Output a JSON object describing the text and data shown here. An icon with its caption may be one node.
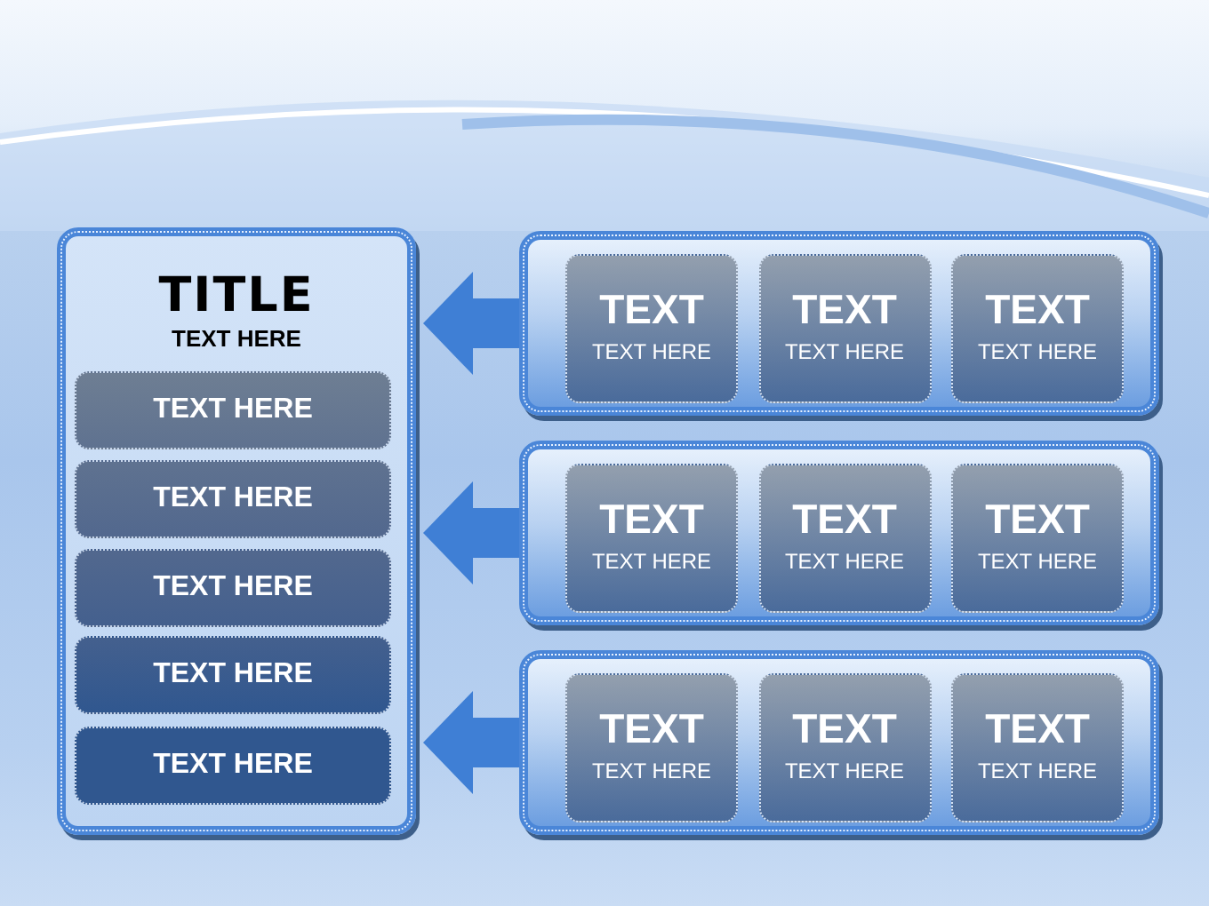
{
  "diagram": {
    "nodes": [
      {
        "text": [
          "TITLE",
          "TEXT HERE"
        ]
      },
      {
        "text": [
          "TEXT HERE"
        ],
        "in": 0
      },
      {
        "text": [
          "TEXT HERE"
        ],
        "in": 0
      },
      {
        "text": [
          "TEXT HERE"
        ],
        "in": 0
      },
      {
        "text": [
          "TEXT HERE"
        ],
        "in": 0
      },
      {
        "text": [
          "TEXT HERE"
        ],
        "in": 0
      },
      {
        "text": [],
        "shape": "box"
      },
      {
        "text": [
          "TEXT",
          "TEXT HERE"
        ],
        "in": 6
      },
      {
        "text": [
          "TEXT",
          "TEXT HERE"
        ],
        "in": 6
      },
      {
        "text": [
          "TEXT",
          "TEXT HERE"
        ],
        "in": 6
      },
      {
        "text": [],
        "shape": "box"
      },
      {
        "text": [
          "TEXT",
          "TEXT HERE"
        ],
        "in": 10
      },
      {
        "text": [
          "TEXT",
          "TEXT HERE"
        ],
        "in": 10
      },
      {
        "text": [
          "TEXT",
          "TEXT HERE"
        ],
        "in": 10
      },
      {
        "text": [],
        "shape": "box"
      },
      {
        "text": [
          "TEXT",
          "TEXT HERE"
        ],
        "in": 14
      },
      {
        "text": [
          "TEXT",
          "TEXT HERE"
        ],
        "in": 14
      },
      {
        "text": [
          "TEXT",
          "TEXT HERE"
        ],
        "in": 14
      }
    ],
    "edges": [
      {
        "from": 6,
        "to": 0,
        "arrow": "to"
      },
      {
        "from": 10,
        "to": 0,
        "arrow": "to"
      },
      {
        "from": 14,
        "to": 0,
        "arrow": "to"
      }
    ]
  }
}
